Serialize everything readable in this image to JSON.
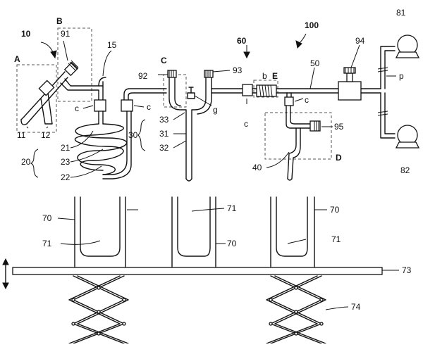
{
  "figure": {
    "reference_numbers": {
      "r100": "100",
      "r10": "10",
      "r11": "11",
      "r12": "12",
      "r15": "15",
      "r20": "20",
      "r21": "21",
      "r22": "22",
      "r23": "23",
      "r30": "30",
      "r31": "31",
      "r32": "32",
      "r33": "33",
      "r40": "40",
      "r50": "50",
      "r60": "60",
      "r70a": "70",
      "r70b": "70",
      "r70c": "70",
      "r71a": "71",
      "r71b": "71",
      "r71c": "71",
      "r73": "73",
      "r74": "74",
      "r81": "81",
      "r82": "82",
      "r91": "91",
      "r92": "92",
      "r93": "93",
      "r94": "94",
      "r95": "95",
      "p": "p",
      "g": "g",
      "b": "b"
    },
    "region_letters": {
      "A": "A",
      "B": "B",
      "C": "C",
      "D": "D",
      "E": "E"
    },
    "connector_letter": "c"
  }
}
